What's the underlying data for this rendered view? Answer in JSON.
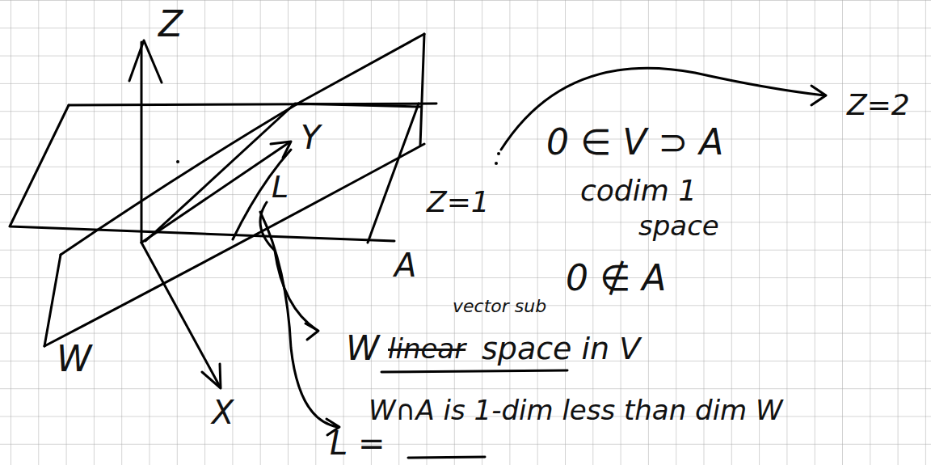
{
  "diagram": {
    "labels": [
      "Z",
      "Y",
      "X",
      "A",
      "W",
      "L",
      "Z=1",
      "Z=2",
      "0 ∈ V ⊃ A",
      "codim 1",
      "space",
      "0 ∉ A",
      "vector sub",
      "W",
      "linear",
      "space in V",
      "L =",
      "W∩A is 1-dim less than dim W"
    ]
  }
}
